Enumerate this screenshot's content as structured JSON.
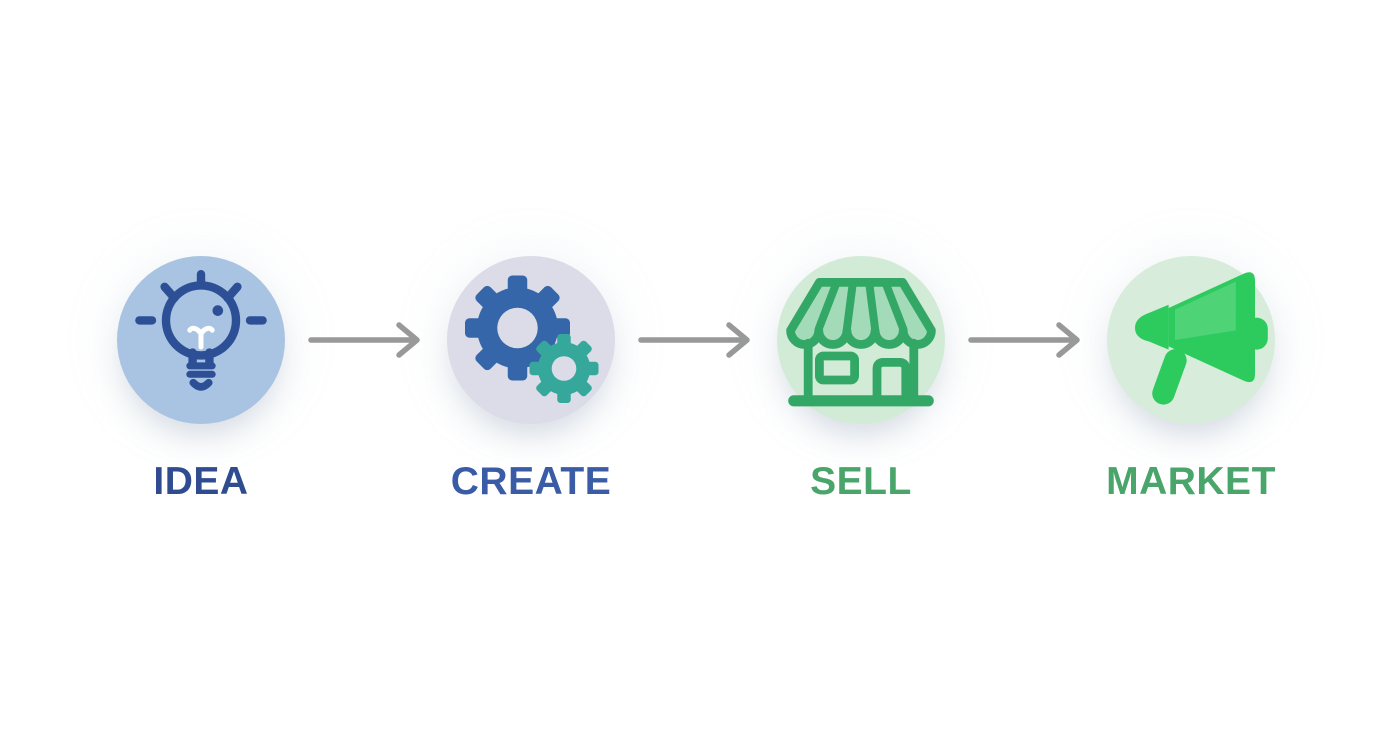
{
  "page": {
    "background": "#ffffff"
  },
  "diagram": {
    "type": "process-flow",
    "arrow_color": "#999999",
    "steps": [
      {
        "label": "IDEA",
        "icon": "lightbulb-icon",
        "circle_bg": "#a9c3e3",
        "icon_color": "#2d4f96",
        "icon_detail_color": "#ffffff",
        "label_color": "#2f4c90"
      },
      {
        "label": "CREATE",
        "icon": "gears-icon",
        "circle_bg": "#dbdce7",
        "icon_color": "#3566a9",
        "icon_secondary_color": "#35a89b",
        "label_color": "#3a5ca6"
      },
      {
        "label": "SELL",
        "icon": "storefront-icon",
        "circle_bg": "#d2ebd6",
        "icon_color": "#33a866",
        "icon_fill_color": "#93d5ae",
        "label_color": "#4aa56b"
      },
      {
        "label": "MARKET",
        "icon": "megaphone-icon",
        "circle_bg": "#d7ecda",
        "icon_color": "#2dcb5e",
        "label_color": "#4aa56b"
      }
    ]
  }
}
